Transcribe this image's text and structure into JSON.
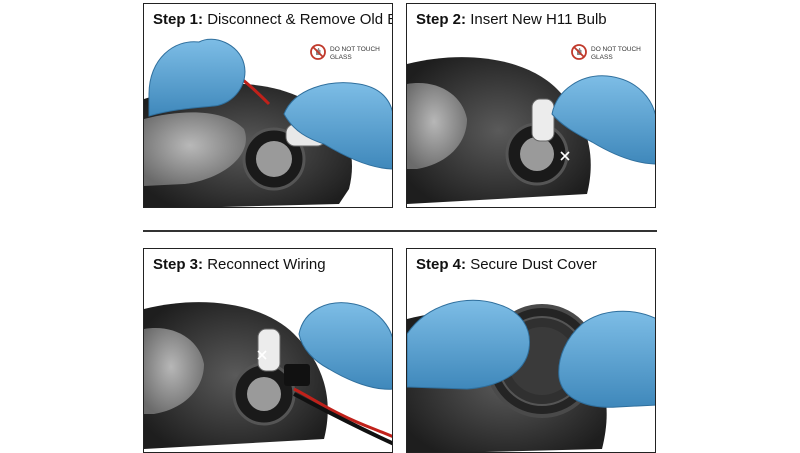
{
  "steps": [
    {
      "number": "Step 1:",
      "title": "Disconnect & Remove Old Bulb",
      "warning": "DO NOT TOUCH GLASS"
    },
    {
      "number": "Step 2:",
      "title": "Insert New H11 Bulb",
      "warning": "DO NOT TOUCH GLASS"
    },
    {
      "number": "Step 3:",
      "title": "Reconnect Wiring"
    },
    {
      "number": "Step 4:",
      "title": "Secure Dust Cover"
    }
  ],
  "colors": {
    "glove": "#5aa6d6",
    "glove_shadow": "#3f88bb",
    "housing": "#2b2b2b",
    "wire": "#c0211a",
    "warning_red": "#c0392b"
  }
}
